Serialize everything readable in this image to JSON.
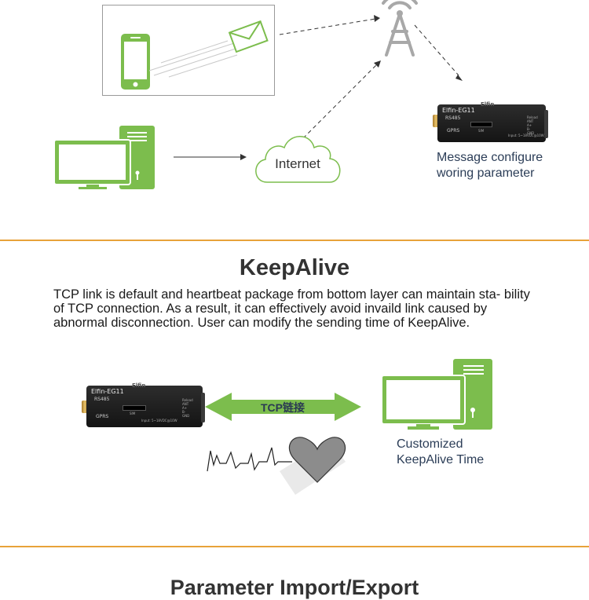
{
  "sms_section": {
    "internet_label": "Internet",
    "device_caption_line1": "Message configure",
    "device_caption_line2": "woring parameter",
    "device": {
      "brand": "Elfin-EG11",
      "rs485": "RS485",
      "gprs": "GPRS",
      "sim": "SIM",
      "power": "Input: 5~18VDC@10W",
      "ports": [
        "Reload",
        "ANT",
        "A+",
        "B-",
        "GND"
      ],
      "top_logo": "Elfin"
    }
  },
  "keepalive_section": {
    "title": "KeepAlive",
    "description": "TCP link is default and heartbeat package from bottom layer can maintain sta- bility of TCP connection. As a result, it can effectively avoid invaild link caused by abnormal disconnection. User can modify the sending time of KeepAlive.",
    "arrow_label": "TCP链接",
    "computer_caption_line1": "Customized",
    "computer_caption_line2": "KeepAlive Time",
    "device": {
      "brand": "Elfin-EG11",
      "rs485": "RS485",
      "gprs": "GPRS",
      "sim": "SIM",
      "power": "Input: 5~18VDC@10W",
      "ports": [
        "Reload",
        "ANT",
        "A+",
        "B-",
        "GND"
      ],
      "top_logo": "Elfin"
    }
  },
  "next_section": {
    "title": "Parameter Import/Export"
  },
  "colors": {
    "accent_green": "#7cbd4d",
    "divider_orange": "#e8a23a",
    "heart_gray": "#8c8c8c"
  }
}
